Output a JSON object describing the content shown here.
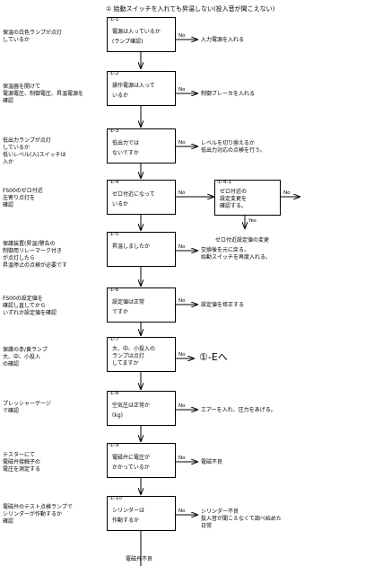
{
  "title": "① 始動スイッチを入れても昇温しない(投入音が聞こえない)",
  "left_notes": [
    "保温の白色ランプが点灯\nしているか",
    "保温器を開けて\n電源電圧、制御電圧、昇温電源を\n確認",
    "低出力ランプが点灯\nしているか\n低いレベル(入)スイッチは\n入か",
    "FS00のゼロ付近\n左寄り点灯を\n確認",
    "保護装置(昇温)警告の\n制御用リレーマーク付き\nが点灯したら\n昇温停止の点検が必要です",
    "FS00の設定値を\n確認し直してから\nいずれか設定値を確認",
    "保護の赤/黄ランプ\n大、中、小投入\nの確認",
    "プレッシャーゲージ\nで確認",
    "テスターにて\n電磁弁接触子の\n電圧を測定する",
    "電磁弁のテスト点検ランプで\nシリンダーが作動するか\n確認"
  ],
  "boxes": [
    {
      "id": "①-1",
      "text": "電源は入っているか\n(ランプ確認)"
    },
    {
      "id": "①-2",
      "text": "操作電源は入って\nいるか"
    },
    {
      "id": "①-3",
      "text": "低出力では\nないですか"
    },
    {
      "id": "①-4",
      "text": "ゼロ付近になって\nいるか"
    },
    {
      "id": "①-5",
      "text": "昇温しましたか"
    },
    {
      "id": "①-6",
      "text": "設定値は正常\nですか"
    },
    {
      "id": "①-7",
      "text": "大、中、小投入の\nランプは点灯\nしてますか"
    },
    {
      "id": "①-8",
      "text": "空気圧は正常か\n(kg)"
    },
    {
      "id": "①-9",
      "text": "電磁弁に電圧が\nかかっているか"
    },
    {
      "id": "①-10",
      "text": "シリンダーは\n作動するか"
    }
  ],
  "right_notes": [
    "入力電源を入れる",
    "制御ブレーカを入れる",
    "レベルを切り換えるか\n低出力対応の点検を行う。",
    "",
    "交換後を元に戻る。\n始動スイッチを再度入れる。",
    "設定値を修正する",
    "",
    "エアーを入れ、圧力をあげる。",
    "電磁不良",
    "シリンダー不良\n投入音が聞こえなくて調べ始めた\n日常"
  ],
  "sidebox": {
    "id": "①-4-1",
    "text": "ゼロ付近の\n設定変更を\n確認する。"
  },
  "sidebox_label": "ゼロ付近設定値の変更",
  "ref_label": "①-Eへ",
  "bottom_label": "電磁弁不良",
  "branch": {
    "no": "No",
    "yes": "Yes"
  }
}
